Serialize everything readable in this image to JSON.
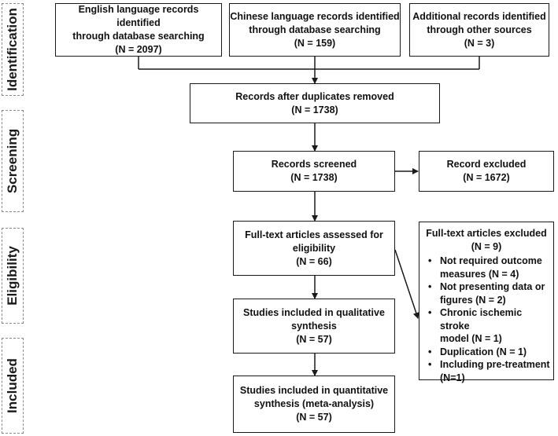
{
  "stages": [
    {
      "label": "Identification"
    },
    {
      "label": "Screening"
    },
    {
      "label": "Eligibility"
    },
    {
      "label": "Included"
    }
  ],
  "boxes": {
    "english": {
      "line1": "English language records identified",
      "line2": "through database searching",
      "line3": "(N = 2097)"
    },
    "chinese": {
      "line1": "Chinese language records identified",
      "line2": "through database searching",
      "line3": "(N = 159)"
    },
    "additional": {
      "line1": "Additional records identified",
      "line2": "through other sources",
      "line3": "(N = 3)"
    },
    "duplicates": {
      "line1": "Records after duplicates removed",
      "line2": "(N = 1738)"
    },
    "screened": {
      "line1": "Records screened",
      "line2": "(N = 1738)"
    },
    "excluded": {
      "line1": "Record excluded",
      "line2": "(N = 1672)"
    },
    "fulltext": {
      "line1": "Full-text articles assessed for",
      "line2": "eligibility",
      "line3": "(N = 66)"
    },
    "qualitative": {
      "line1": "Studies included in qualitative",
      "line2": "synthesis",
      "line3": "(N = 57)"
    },
    "quantitative": {
      "line1": "Studies included in quantitative",
      "line2": "synthesis (meta-analysis)",
      "line3": "(N = 57)"
    }
  },
  "fulltext_excluded": {
    "title": "Full-text articles excluded",
    "count": "(N = 9)",
    "bullet": "•",
    "items": [
      {
        "line1": "Not required outcome",
        "line2": "measures  (N = 4)"
      },
      {
        "line1": "Not presenting data or",
        "line2": "figures  (N = 2)"
      },
      {
        "line1": "Chronic ischemic stroke",
        "line2": "model  (N = 1)"
      },
      {
        "line1": "Duplication (N = 1)",
        "line2": ""
      },
      {
        "line1": "Including pre-treatment",
        "line2": "(N=1)"
      }
    ]
  }
}
